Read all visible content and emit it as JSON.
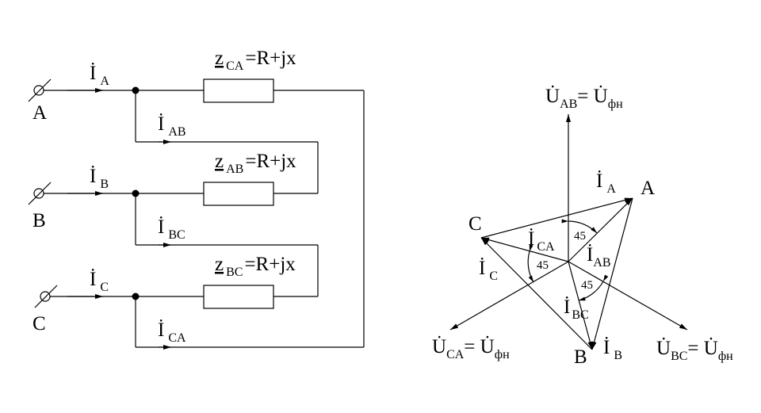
{
  "circuit": {
    "terminals": {
      "a": "A",
      "b": "B",
      "c": "C"
    },
    "line_currents": {
      "a": {
        "sym": "İ",
        "sub": "A"
      },
      "b": {
        "sym": "İ",
        "sub": "B"
      },
      "c": {
        "sym": "İ",
        "sub": "C"
      }
    },
    "phase_currents": {
      "ab": {
        "sym": "İ",
        "sub": "AB"
      },
      "bc": {
        "sym": "İ",
        "sub": "BC"
      },
      "ca": {
        "sym": "İ",
        "sub": "CA"
      }
    },
    "impedances": {
      "ca": {
        "sym": "z",
        "sub": "CA",
        "expr": "=R+jx"
      },
      "ab": {
        "sym": "z",
        "sub": "AB",
        "expr": "=R+jx"
      },
      "bc": {
        "sym": "z",
        "sub": "BC",
        "expr": "=R+jx"
      }
    }
  },
  "phasor": {
    "voltages": {
      "ab": {
        "sym": "U̇",
        "sub": "AB",
        "eq": "= U̇",
        "eq_sub": "фн"
      },
      "bc": {
        "sym": "U̇",
        "sub": "BC",
        "eq": "= U̇",
        "eq_sub": "фн"
      },
      "ca": {
        "sym": "U̇",
        "sub": "CA",
        "eq": "= U̇",
        "eq_sub": "фн"
      }
    },
    "vertices": {
      "a": "A",
      "b": "B",
      "c": "C"
    },
    "currents": {
      "a": {
        "sym": "İ",
        "sub": "A"
      },
      "b": {
        "sym": "İ",
        "sub": "B"
      },
      "c": {
        "sym": "İ",
        "sub": "C"
      },
      "ab": {
        "sym": "İ",
        "sub": "AB"
      },
      "bc": {
        "sym": "İ",
        "sub": "BC"
      },
      "ca": {
        "sym": "İ",
        "sub": "CA"
      }
    },
    "angles": {
      "ab": "45",
      "bc": "45",
      "ca": "45"
    }
  }
}
